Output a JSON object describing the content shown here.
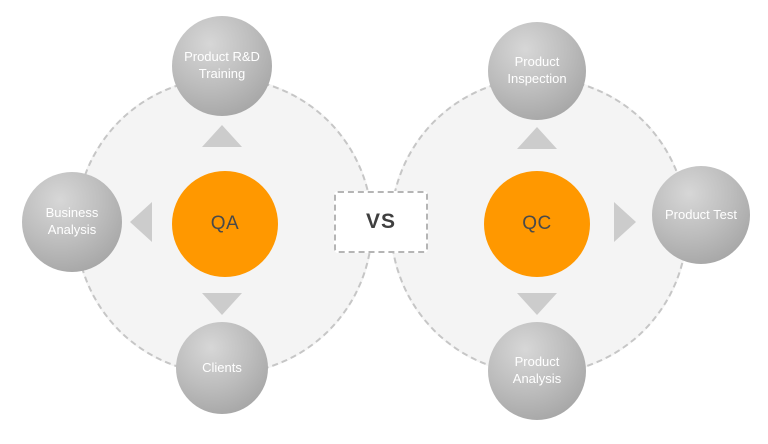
{
  "diagram": {
    "vs_label": "VS",
    "left_group": {
      "center_label": "QA",
      "satellites": {
        "top": "Product R&D Training",
        "left": "Business Analysis",
        "bottom": "Clients"
      }
    },
    "right_group": {
      "center_label": "QC",
      "satellites": {
        "top": "Product Inspection",
        "right": "Product Test",
        "bottom": "Product Analysis"
      }
    },
    "colors": {
      "accent_orange": "#FF9800",
      "satellite_gray": "#ADADAD",
      "dashed_circle_fill": "#F4F4F4",
      "dashed_border": "#C6C6C6",
      "arrow_gray": "#CCCCCC",
      "text_dark": "#3F3F3F",
      "text_light": "#FFFFFF"
    }
  }
}
